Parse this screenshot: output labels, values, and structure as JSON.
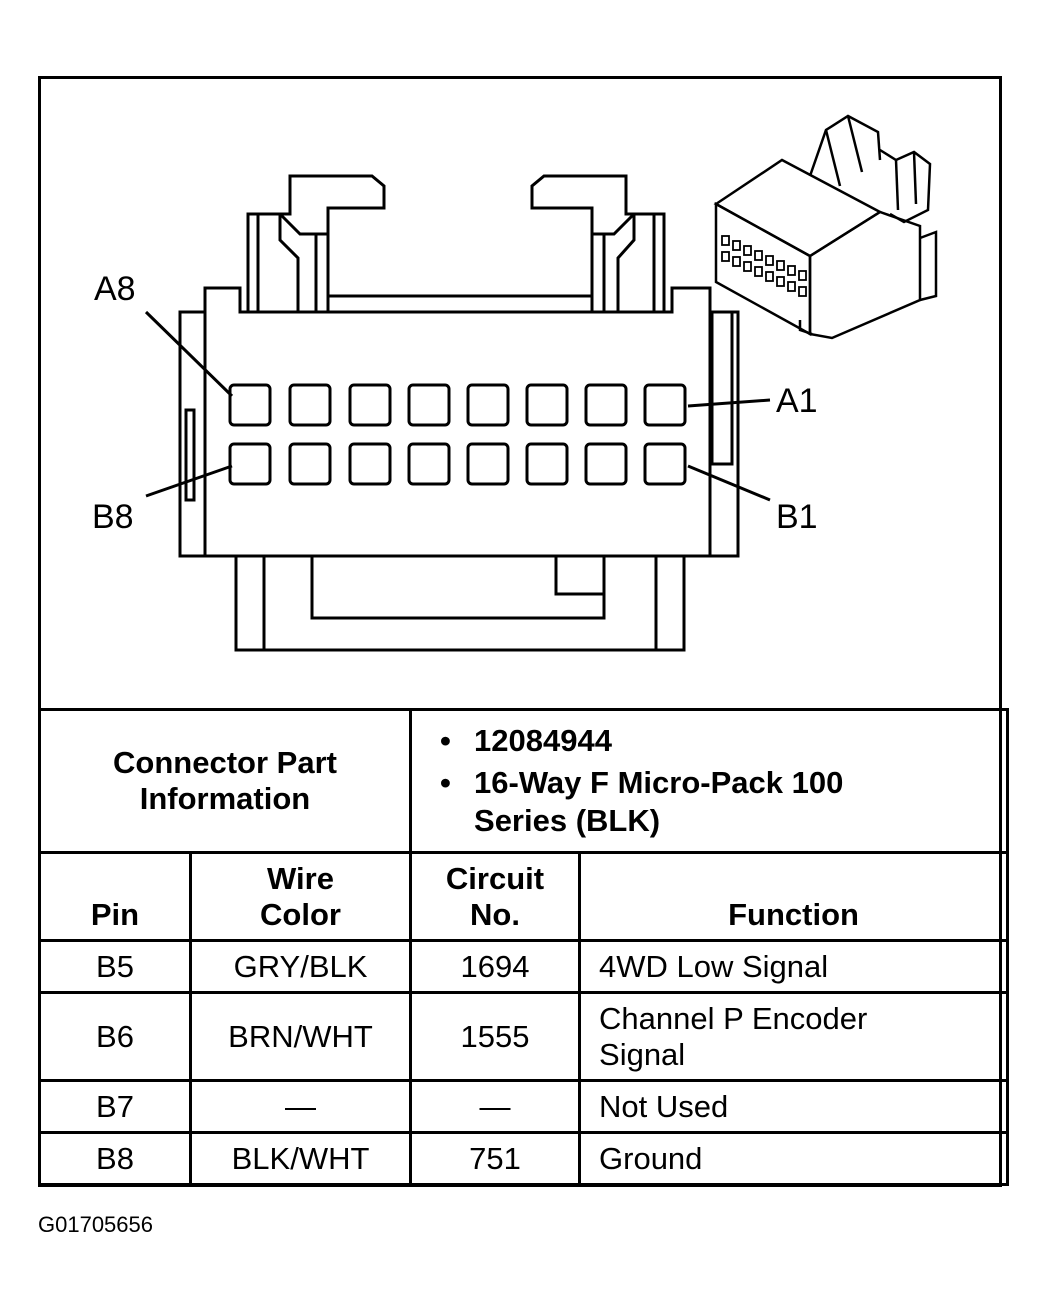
{
  "labels": {
    "a8": "A8",
    "a1": "A1",
    "b8": "B8",
    "b1": "B1"
  },
  "connector_info": {
    "label": "Connector Part Information",
    "items": [
      "12084944",
      "16-Way F Micro-Pack 100 Series (BLK)"
    ]
  },
  "table": {
    "headers": {
      "pin": "Pin",
      "wire_color": "Wire Color",
      "circuit_no": "Circuit No.",
      "function": "Function"
    },
    "rows": [
      {
        "pin": "B5",
        "wire_color": "GRY/BLK",
        "circuit_no": "1694",
        "function": "4WD Low Signal"
      },
      {
        "pin": "B6",
        "wire_color": "BRN/WHT",
        "circuit_no": "1555",
        "function": "Channel P Encoder Signal"
      },
      {
        "pin": "B7",
        "wire_color": "—",
        "circuit_no": "—",
        "function": "Not Used"
      },
      {
        "pin": "B8",
        "wire_color": "BLK/WHT",
        "circuit_no": "751",
        "function": "Ground"
      }
    ]
  },
  "figure_code": "G01705656"
}
